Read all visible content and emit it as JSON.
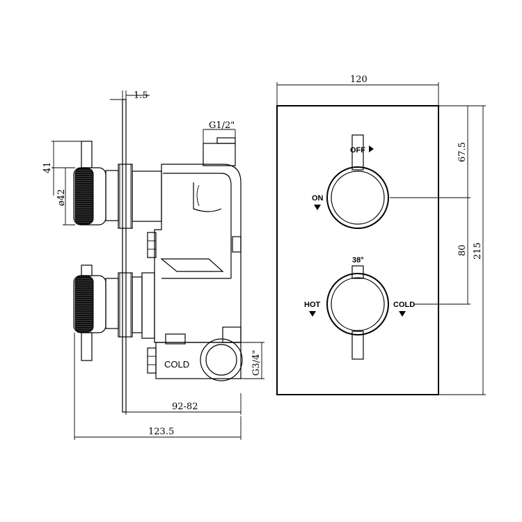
{
  "side_view": {
    "dim_plate": "1.5",
    "dim_inlet_top": "G1/2\"",
    "dim_handle_offset": "41",
    "dim_handle_dia": "ø42",
    "dim_depth_range": "92-82",
    "dim_total_depth": "123.5",
    "dim_cold_inlet": "G3/4\"",
    "cold_label": "COLD"
  },
  "front_view": {
    "dim_width": "120",
    "dim_height": "215",
    "dim_top_offset": "67.5",
    "dim_spacing": "80",
    "label_off": "OFF",
    "label_on": "ON",
    "label_temp": "38°",
    "label_hot": "HOT",
    "label_cold": "COLD"
  }
}
